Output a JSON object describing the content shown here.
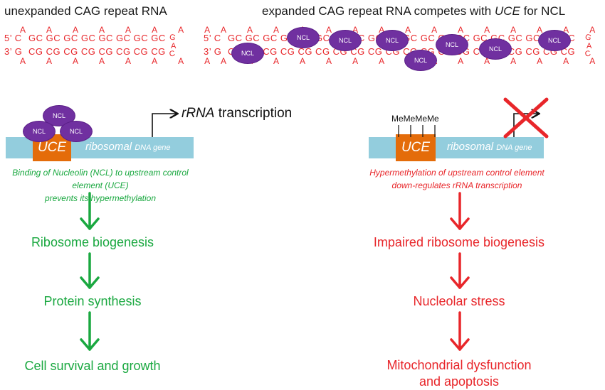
{
  "left": {
    "title": "unexpanded CAG repeat RNA",
    "rna": {
      "five_prime": "5’ C",
      "top_seq": "GC GC GC GC GC GC GC GC",
      "three_prime": "3’ G",
      "bottom_seq": "CG CG CG CG CG CG CG CG",
      "loop_top": "A A A A A A A A",
      "loop_bottom": "A A A A A A A A",
      "hairpin_g": "G",
      "hairpin_a": "A",
      "hairpin_c": "C"
    },
    "ncl_label": "NCL",
    "uce_label": "UCE",
    "ribosomal_label": "ribosomal",
    "dna_gene_label": "DNA gene",
    "transcription_label_italic": "rRNA",
    "transcription_label": "transcription",
    "caption_line1": "Binding of Nucleolin (NCL) to upstream control element (UCE)",
    "caption_line2": "prevents its hypermethylation",
    "steps": [
      "Ribosome biogenesis",
      "Protein synthesis",
      "Cell survival and growth"
    ]
  },
  "right": {
    "title_prefix": "expanded CAG repeat RNA competes with",
    "title_italic": "UCE",
    "title_suffix": "for NCL",
    "rna": {
      "five_prime": "5’ C",
      "top_seq": "GC GC GC GC GC GC GC GC GC GC GC GC GC GC GC GC GC GC GC GC",
      "three_prime": "3’ G",
      "bottom_seq": "CG CG CG CG CG CG CG CG CG CG CG CG CG CG CG CG CG CG CG CG",
      "loop_top": "A A A A A A A A A A A A A A A A A A A A A",
      "loop_bottom": "A A A A A A A A A A A A A A A A A A A A A",
      "hairpin_g": "G",
      "hairpin_a": "A",
      "hairpin_c": "C"
    },
    "ncl_label": "NCL",
    "methyl_label": "MeMeMeMe",
    "uce_label": "UCE",
    "ribosomal_label": "ribosomal",
    "dna_gene_label": "DNA gene",
    "caption_line1": "Hypermethylation of upstream control element",
    "caption_line2": "down-regulates rRNA transcription",
    "steps": [
      "Impaired ribosome biogenesis",
      "Nucleolar stress",
      "Mitochondrial dysfunction",
      "and apoptosis"
    ]
  },
  "colors": {
    "red": "#e8262a",
    "green": "#1aa840",
    "ncl_purple": "#7030a0",
    "uce_orange": "#e46c0a",
    "dna_blue": "#93cddd"
  }
}
